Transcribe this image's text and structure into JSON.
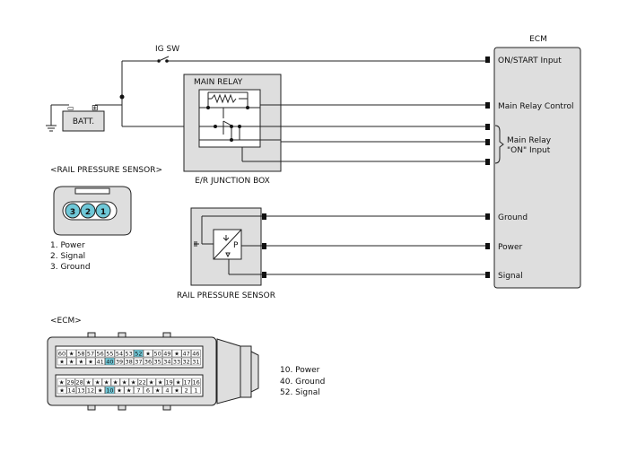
{
  "ecm_title": "ECM",
  "ecm_pins": {
    "on_start": "ON/START Input",
    "main_relay_control": "Main Relay Control",
    "main_relay_on_1": "Main Relay",
    "main_relay_on_2": "\"ON\" Input",
    "ground": "Ground",
    "power": "Power",
    "signal": "Signal"
  },
  "ig_sw": "IG SW",
  "batt": "BATT.",
  "main_relay": "MAIN RELAY",
  "junction_box": "E/R JUNCTION BOX",
  "rail_sensor_header": "<RAIL PRESSURE SENSOR>",
  "sensor_pin_numbers": [
    "3",
    "2",
    "1"
  ],
  "sensor_pins": [
    "1. Power",
    "2. Signal",
    "3. Ground"
  ],
  "rail_sensor_label": "RAIL PRESSURE SENSOR",
  "sensor_symbol_p": "P",
  "ecm_header": "<ECM>",
  "ecm_connector_pins": {
    "row1": [
      "60",
      "★",
      "58",
      "57",
      "56",
      "55",
      "54",
      "53",
      "52",
      "★",
      "50",
      "49",
      "★",
      "47",
      "46"
    ],
    "row2": [
      "★",
      "★",
      "★",
      "★",
      "41",
      "40",
      "39",
      "38",
      "37",
      "36",
      "35",
      "34",
      "33",
      "32",
      "31"
    ],
    "row3": [
      "★",
      "29",
      "28",
      "★",
      "★",
      "★",
      "★",
      "★",
      "★",
      "22",
      "★",
      "★",
      "19",
      "★",
      "17",
      "16"
    ],
    "row4": [
      "★",
      "14",
      "13",
      "12",
      "★",
      "10",
      "★",
      "★",
      "7",
      "6",
      "★",
      "4",
      "★",
      "2",
      "1"
    ]
  },
  "ecm_pin_legend": [
    "10. Power",
    "40. Ground",
    "52. Signal"
  ],
  "colors": {
    "line": "#222222",
    "box_fill": "#dedede",
    "highlight": "#6fc8d8"
  }
}
